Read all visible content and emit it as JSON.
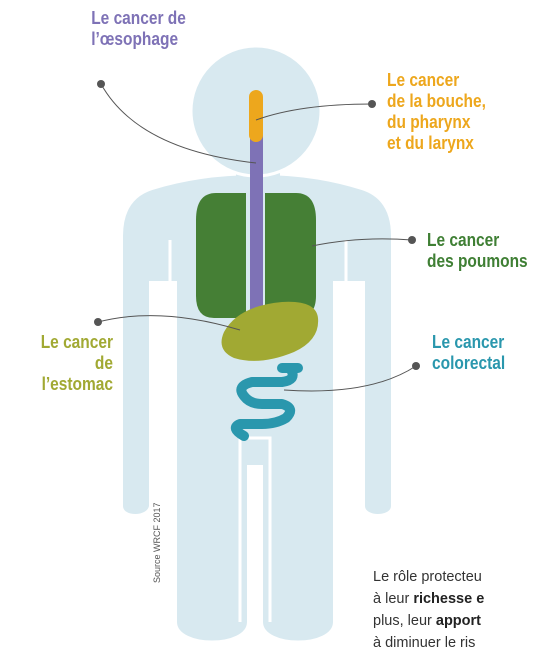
{
  "labels": {
    "esophagus": {
      "line1": "Le cancer de",
      "line2": "l’œsophage"
    },
    "mouth": {
      "line1": "Le cancer",
      "line2": "de la bouche,",
      "line3": "du pharynx",
      "line4": "et du larynx"
    },
    "lungs": {
      "line1": "Le cancer",
      "line2": "des poumons"
    },
    "stomach": {
      "line1": "Le cancer",
      "line2": "de",
      "line3": "l’estomac"
    },
    "colorectal": {
      "line1": "Le cancer",
      "line2": "colorectal"
    }
  },
  "source": "Source WRCF 2017",
  "text": {
    "line1": "Le rôle protecteu",
    "line2_plain": "à leur ",
    "line2_bold": "richesse e",
    "line3_plain": "plus, leur ",
    "line3_bold": "apport",
    "line4": "à diminuer le ris"
  },
  "colors": {
    "body": "#d8e9f0",
    "body_outline": "#ffffff",
    "esophagus": "#7e72b6",
    "mouth": "#eda71d",
    "lungs": "#457f35",
    "stomach": "#a1a933",
    "colorectal": "#2a97ad"
  }
}
